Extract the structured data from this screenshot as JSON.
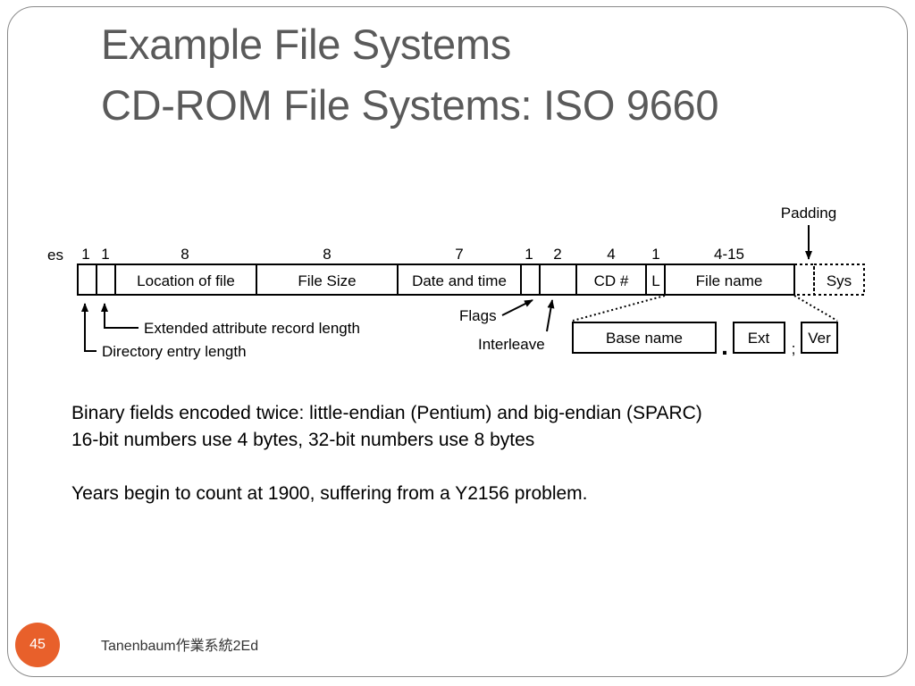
{
  "slide": {
    "title_line1": "Example File Systems",
    "title_line2": "CD-ROM File Systems: ISO 9660",
    "footer": "Tanenbaum作業系統2Ed",
    "page_number": "45"
  },
  "diagram": {
    "bytes_label": "es",
    "fields": [
      {
        "size": "1",
        "label": ""
      },
      {
        "size": "1",
        "label": ""
      },
      {
        "size": "8",
        "label": "Location of file"
      },
      {
        "size": "8",
        "label": "File Size"
      },
      {
        "size": "7",
        "label": "Date and time"
      },
      {
        "size": "1",
        "label": ""
      },
      {
        "size": "2",
        "label": ""
      },
      {
        "size": "4",
        "label": "CD #"
      },
      {
        "size": "1",
        "label": "L"
      },
      {
        "size": "4-15",
        "label": "File name"
      }
    ],
    "system_field": "Sys",
    "annotations": {
      "padding": "Padding",
      "extended_attr": "Extended attribute record length",
      "dir_entry": "Directory entry length",
      "flags": "Flags",
      "interleave": "Interleave"
    },
    "filename_parts": {
      "base": "Base name",
      "dot": ".",
      "ext": "Ext",
      "semicolon": ";",
      "ver": "Ver"
    }
  },
  "body": {
    "line1": "Binary fields encoded twice: little-endian (Pentium) and big-endian (SPARC)",
    "line2": "16-bit numbers use 4 bytes, 32-bit numbers use 8 bytes",
    "line3": "Years begin to count at 1900, suffering from a Y2156 problem."
  },
  "colors": {
    "title": "#5a5a5a",
    "badge": "#e8602b",
    "frame": "#8a8a8a"
  }
}
